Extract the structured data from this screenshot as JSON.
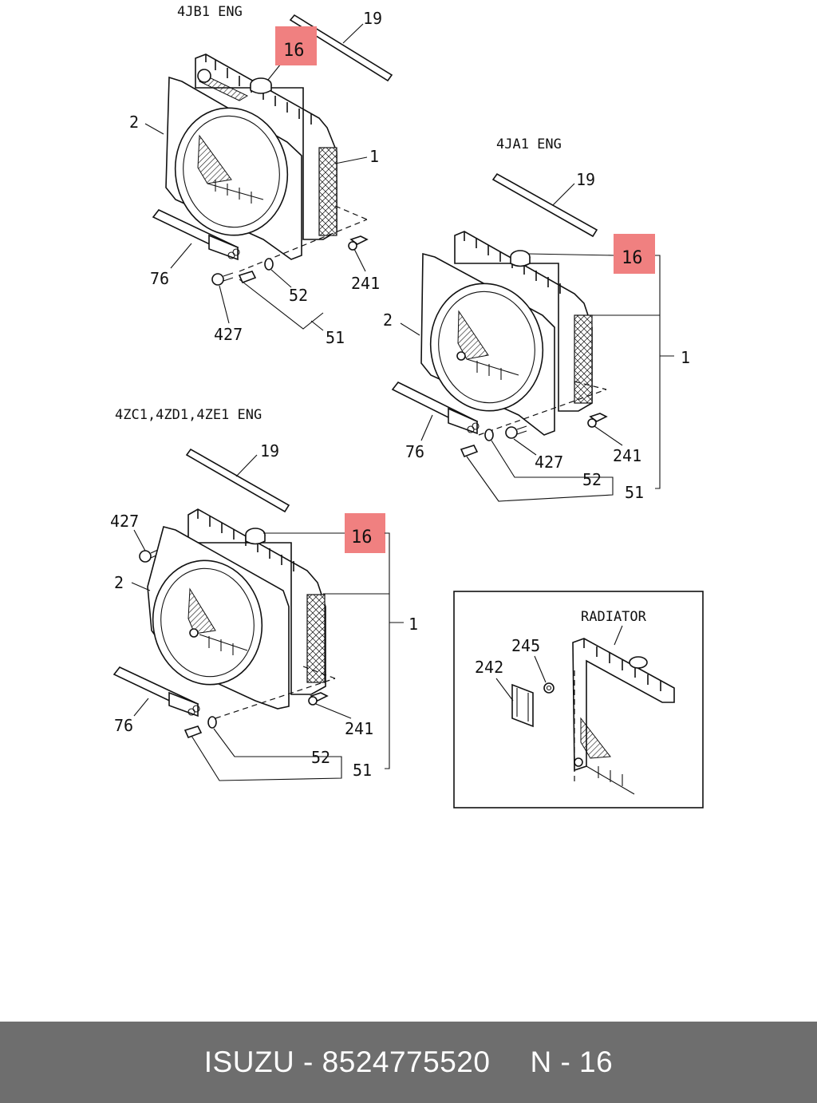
{
  "footer": {
    "brand_part": "ISUZU - 8524775520",
    "page_ref": "N - 16"
  },
  "sections": {
    "top_left": {
      "engine": "4JB1 ENG",
      "callouts": {
        "c19": "19",
        "c16": "16",
        "c2": "2",
        "c1": "1",
        "c76": "76",
        "c241": "241",
        "c52": "52",
        "c427": "427",
        "c51": "51"
      }
    },
    "right": {
      "engine": "4JA1 ENG",
      "callouts": {
        "c19": "19",
        "c16": "16",
        "c2": "2",
        "c1": "1",
        "c76": "76",
        "c427": "427",
        "c241": "241",
        "c52": "52",
        "c51": "51"
      }
    },
    "bottom_left": {
      "engine": "4ZC1,4ZD1,4ZE1 ENG",
      "callouts": {
        "c19": "19",
        "c427": "427",
        "c16": "16",
        "c2": "2",
        "c1": "1",
        "c76": "76",
        "c241": "241",
        "c52": "52",
        "c51": "51"
      }
    },
    "inset": {
      "title": "RADIATOR",
      "callouts": {
        "c245": "245",
        "c242": "242"
      }
    }
  },
  "colors": {
    "highlight": "#f08080",
    "footer_bg": "#6e6e6e",
    "footer_text": "#ffffff",
    "line": "#111111"
  }
}
